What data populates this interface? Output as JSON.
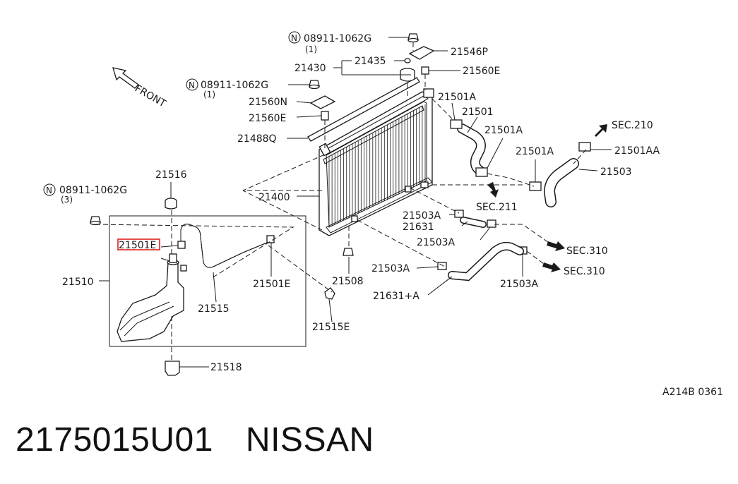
{
  "diagram": {
    "labels": {
      "l_08911_1062g_top": "08911-1062G",
      "l_qty1_top": "(1)",
      "l_21546p": "21546P",
      "l_21435": "21435",
      "l_21430": "21430",
      "l_21560e_top": "21560E",
      "l_08911_1062g_mid": "08911-1062G",
      "l_qty1_mid": "(1)",
      "l_21560n": "21560N",
      "l_21560e_mid": "21560E",
      "l_21488q": "21488Q",
      "l_front": "FRONT",
      "l_21516": "21516",
      "l_08911_1062g_left": "08911-1062G",
      "l_qty3": "(3)",
      "l_21400": "21400",
      "l_21501e_hl": "21501E",
      "l_21510": "21510",
      "l_21515": "21515",
      "l_21501e": "21501E",
      "l_21508": "21508",
      "l_21515e": "21515E",
      "l_21518": "21518",
      "l_21501a_1": "21501A",
      "l_21501": "21501",
      "l_21501a_2": "21501A",
      "l_sec210": "SEC.210",
      "l_21501a_3": "21501A",
      "l_21501aa": "21501AA",
      "l_21503": "21503",
      "l_sec211": "SEC.211",
      "l_21503a_1": "21503A",
      "l_21631": "21631",
      "l_21503a_2": "21503A",
      "l_sec310_1": "SEC.310",
      "l_21503a_3": "21503A",
      "l_sec310_2": "SEC.310",
      "l_21631a": "21631+A",
      "l_21503a_4": "21503A",
      "l_n_symbol": "N",
      "l_ref": "A214B 0361"
    },
    "highlight_color": "#e02020"
  },
  "footer": {
    "part_number": "2175015U01",
    "brand": "NISSAN"
  }
}
